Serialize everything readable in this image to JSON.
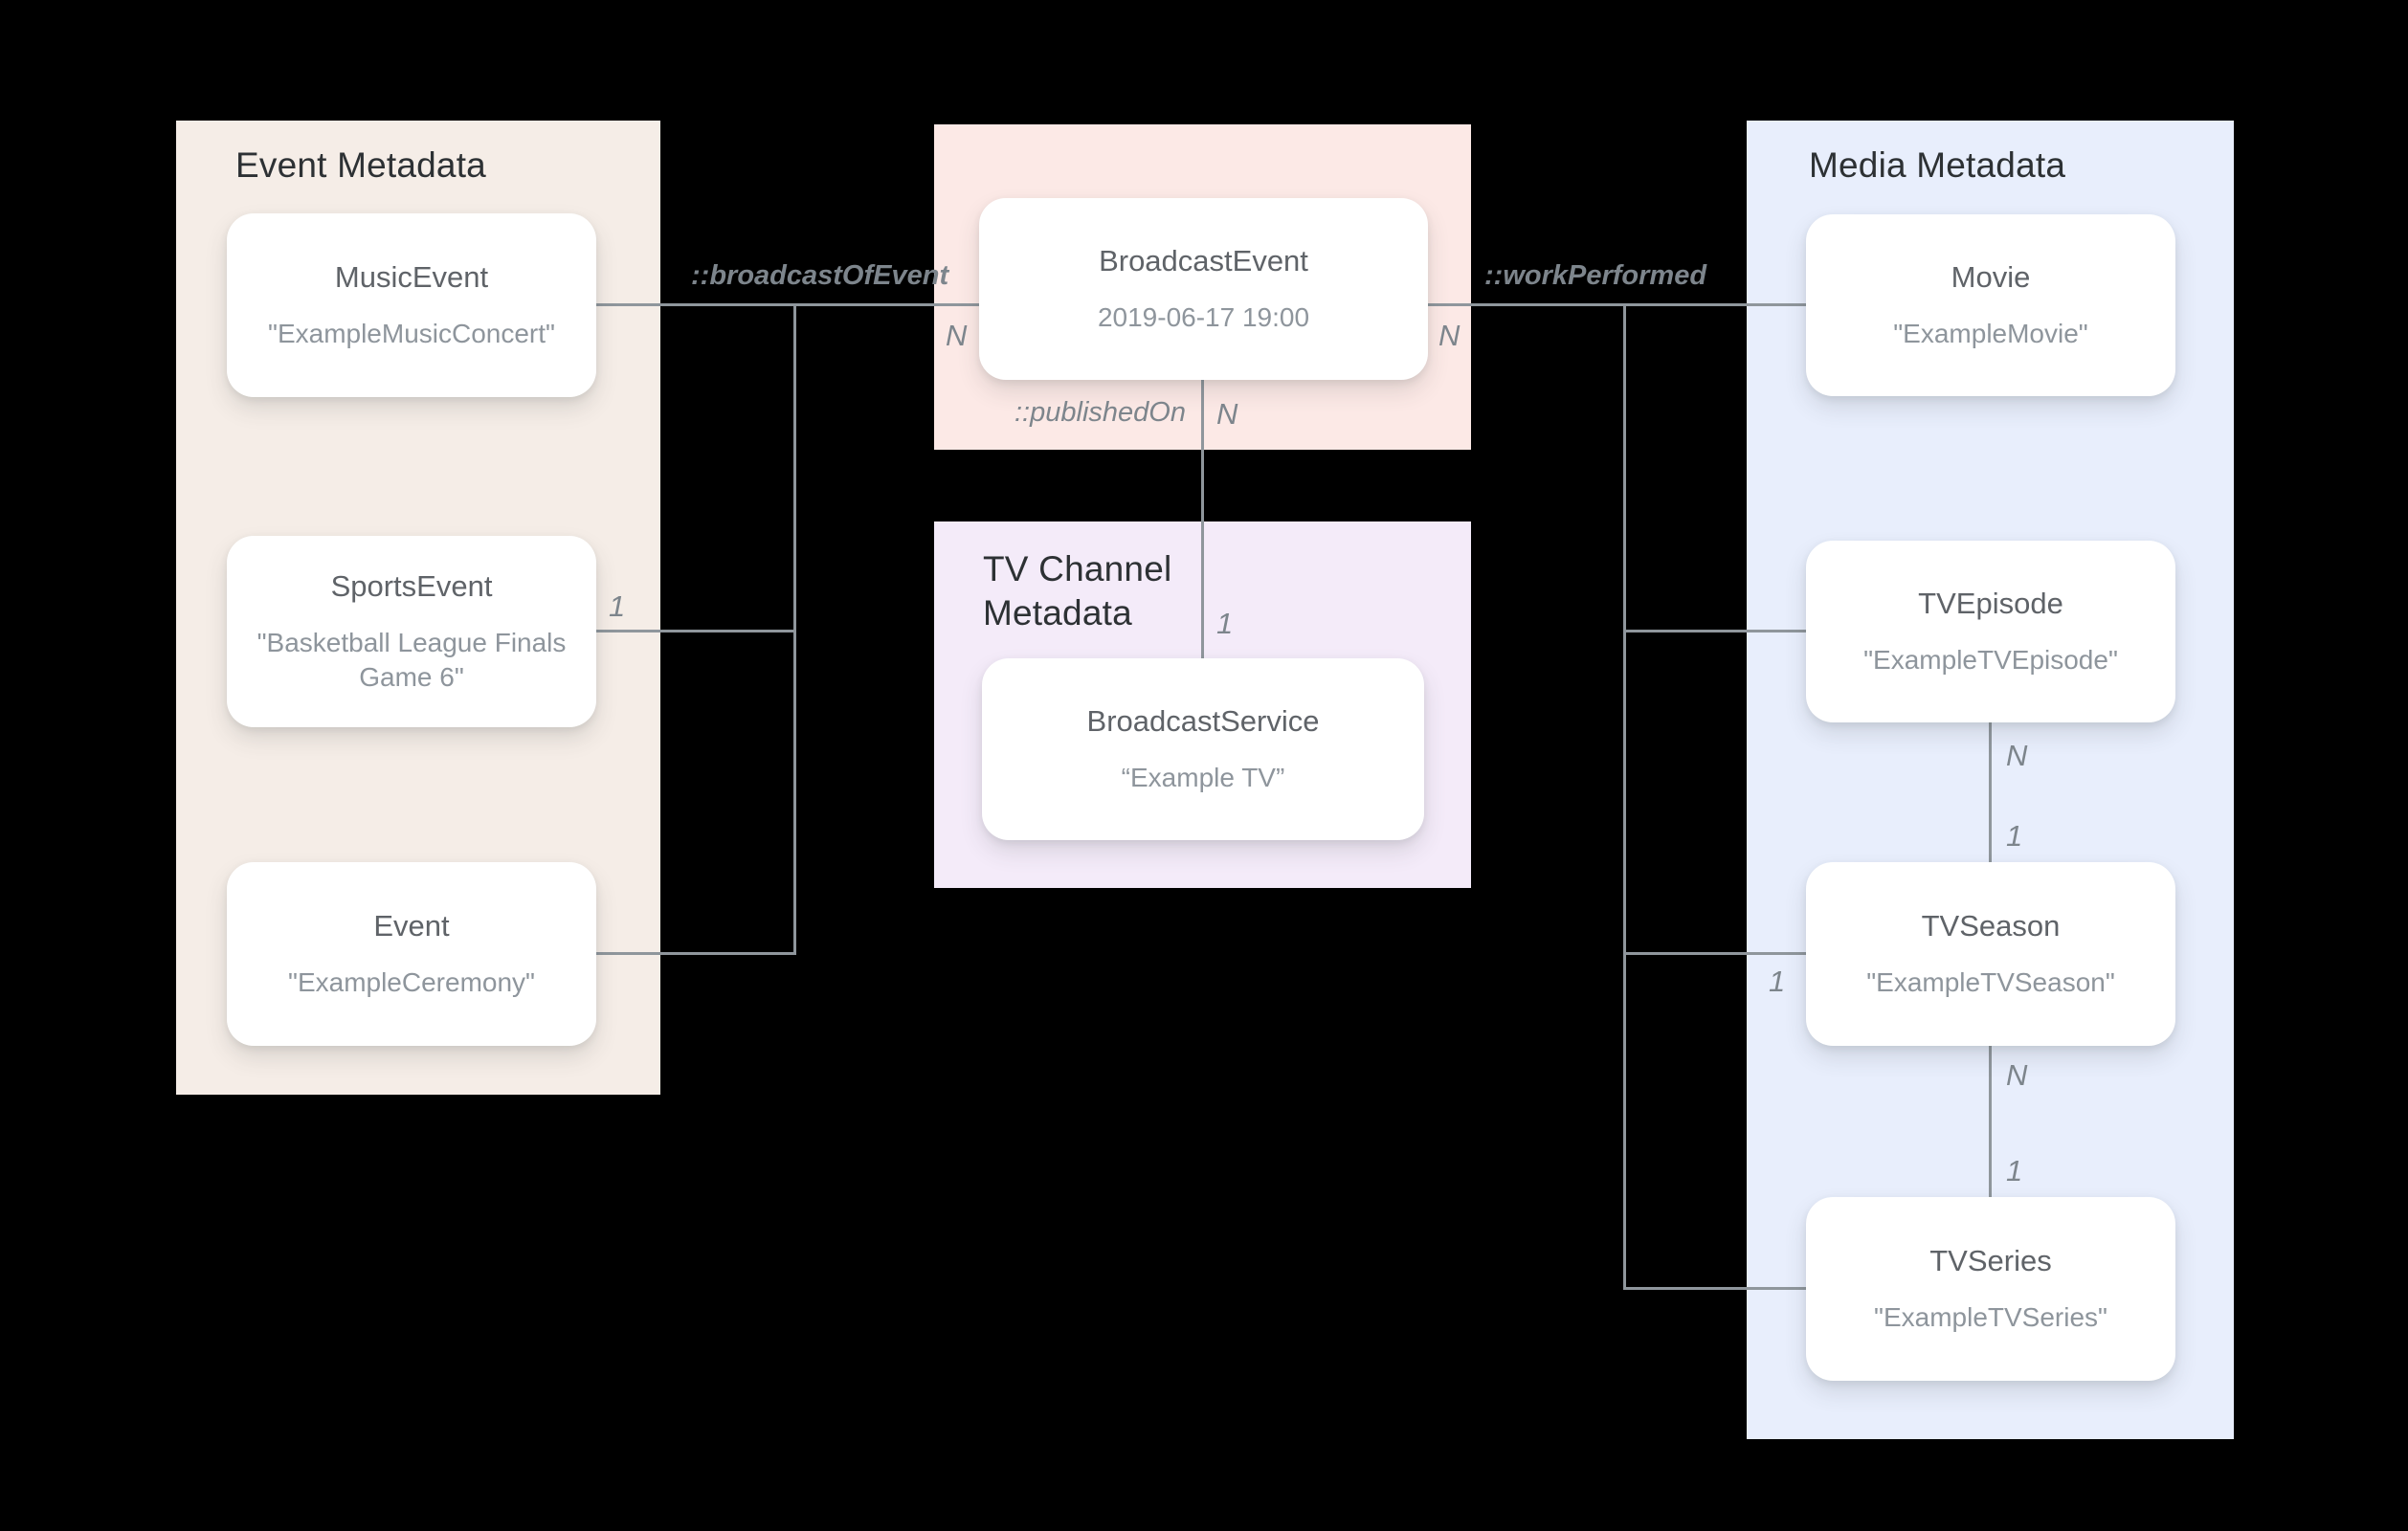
{
  "colors": {
    "background": "#000000",
    "event_panel": "#f5ede7",
    "broadcast_panel": "#fce9e6",
    "tv_channel_panel": "#f4ebf9",
    "media_panel": "#e8eefc",
    "node_background": "#ffffff",
    "line": "#8f969c",
    "header_text": "#2d3134",
    "node_title_text": "#5f6368",
    "node_value_text": "#8e959c",
    "label_text": "#7d858c"
  },
  "panels": {
    "event": {
      "title": "Event Metadata"
    },
    "tv_channel": {
      "title": "TV Channel Metadata"
    },
    "media": {
      "title": "Media Metadata"
    }
  },
  "nodes": {
    "music_event": {
      "title": "MusicEvent",
      "value": "\"ExampleMusicConcert\""
    },
    "sports_event": {
      "title": "SportsEvent",
      "value": "\"Basketball League Finals Game 6\""
    },
    "event": {
      "title": "Event",
      "value": "\"ExampleCeremony\""
    },
    "broadcast_event": {
      "title": "BroadcastEvent",
      "value": "2019-06-17 19:00"
    },
    "broadcast_service": {
      "title": "BroadcastService",
      "value": "“Example TV”"
    },
    "movie": {
      "title": "Movie",
      "value": "\"ExampleMovie\""
    },
    "tv_episode": {
      "title": "TVEpisode",
      "value": "\"ExampleTVEpisode\""
    },
    "tv_season": {
      "title": "TVSeason",
      "value": "\"ExampleTVSeason\""
    },
    "tv_series": {
      "title": "TVSeries",
      "value": "\"ExampleTVSeries\""
    }
  },
  "relations": {
    "broadcast_of_event": "::broadcastOfEvent",
    "work_performed": "::workPerformed",
    "published_on": "::publishedOn"
  },
  "cardinalities": {
    "broadcast_left_n": "N",
    "broadcast_right_n": "N",
    "published_on_n": "N",
    "published_on_1": "1",
    "sports_event_1": "1",
    "tv_season_left_1": "1",
    "episode_season_n": "N",
    "episode_season_1": "1",
    "season_series_n": "N",
    "season_series_1": "1"
  }
}
